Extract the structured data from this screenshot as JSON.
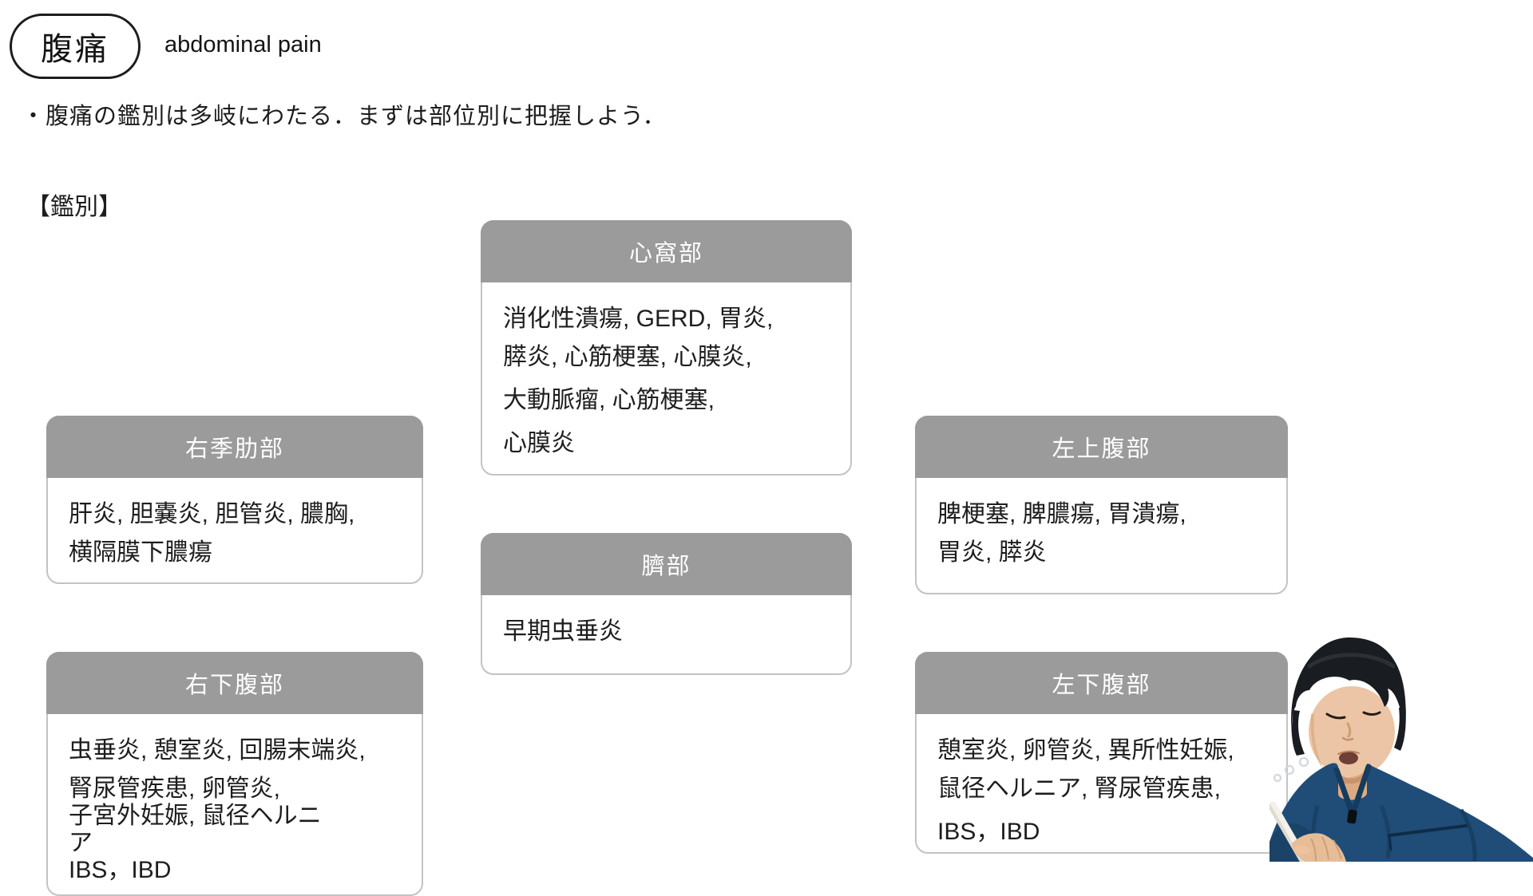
{
  "slide": {
    "title_jp": "腹痛",
    "title_en": "abdominal pain",
    "bullet": "・腹痛の鑑別は多岐にわたる．まずは部位別に把握しよう．",
    "section_heading": "【鑑別】"
  },
  "colors": {
    "background": "#ffffff",
    "box_header_bg": "#9b9b9b",
    "box_header_text": "#ffffff",
    "box_border": "#c3c3c3",
    "body_text": "#1e1e1e",
    "scrubs": "#1f4d77",
    "hair": "#191c20",
    "skin": "#ebc5a5",
    "pen": "#f3f1ea"
  },
  "boxes": [
    {
      "id": "epigastric",
      "title": "心窩部",
      "lines": [
        "消化性潰瘍, GERD, 胃炎,",
        "膵炎, 心筋梗塞, 心膜炎,",
        "大動脈瘤, 心筋梗塞,",
        "心膜炎"
      ]
    },
    {
      "id": "right-hypochondrium",
      "title": "右季肋部",
      "lines": [
        "肝炎, 胆嚢炎, 胆管炎, 膿胸,",
        "横隔膜下膿瘍"
      ]
    },
    {
      "id": "left-upper",
      "title": "左上腹部",
      "lines": [
        "脾梗塞, 脾膿瘍, 胃潰瘍,",
        "胃炎, 膵炎"
      ]
    },
    {
      "id": "umbilical",
      "title": "臍部",
      "lines": [
        "早期虫垂炎"
      ]
    },
    {
      "id": "right-lower",
      "title": "右下腹部",
      "lines": [
        "虫垂炎, 憩室炎, 回腸末端炎,",
        "腎尿管疾患, 卵管炎,",
        "子宮外妊娠, 鼠径ヘルニ",
        "ア",
        "IBS，IBD"
      ]
    },
    {
      "id": "left-lower",
      "title": "左下腹部",
      "lines": [
        "憩室炎, 卵管炎, 異所性妊娠,",
        "鼠径ヘルニア, 腎尿管疾患,",
        "IBS，IBD"
      ]
    }
  ],
  "presenter": {
    "label": "presenter wearing navy scrubs, looking down and writing with a white stylus"
  }
}
